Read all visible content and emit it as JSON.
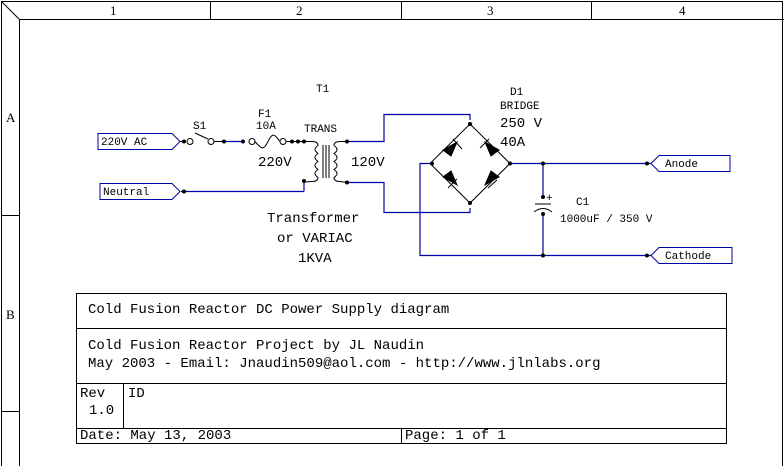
{
  "frame": {
    "columns": [
      "1",
      "2",
      "3",
      "4"
    ],
    "rows": [
      "A",
      "B"
    ]
  },
  "colors": {
    "wire": "#0000aa",
    "ink": "#000000",
    "background": "#ffffff"
  },
  "ports": {
    "input_ac": "220V AC",
    "neutral": "Neutral",
    "anode": "Anode",
    "cathode": "Cathode"
  },
  "components": {
    "switch": {
      "ref": "S1"
    },
    "fuse": {
      "ref": "F1",
      "value": "10A"
    },
    "transformer": {
      "ref": "T1",
      "type": "TRANS",
      "primary": "220V",
      "secondary": "120V"
    },
    "bridge": {
      "ref": "D1",
      "type": "BRIDGE",
      "voltage": "250 V",
      "current": "40A"
    },
    "capacitor": {
      "ref": "C1",
      "value": "1000uF / 350 V",
      "polarity": "+"
    }
  },
  "notes": {
    "transformer_note": [
      "Transformer",
      "or VARIAC",
      "1KVA"
    ]
  },
  "title_block": {
    "title": "Cold Fusion Reactor DC Power Supply diagram",
    "project_line1": "Cold Fusion Reactor Project by JL Naudin",
    "project_line2": "May 2003 - Email: Jnaudin509@aol.com - http://www.jlnlabs.org",
    "rev_label": "Rev",
    "rev_value": "1.0",
    "id_label": "ID",
    "date": "Date: May 13, 2003",
    "page": "Page: 1 of 1"
  }
}
